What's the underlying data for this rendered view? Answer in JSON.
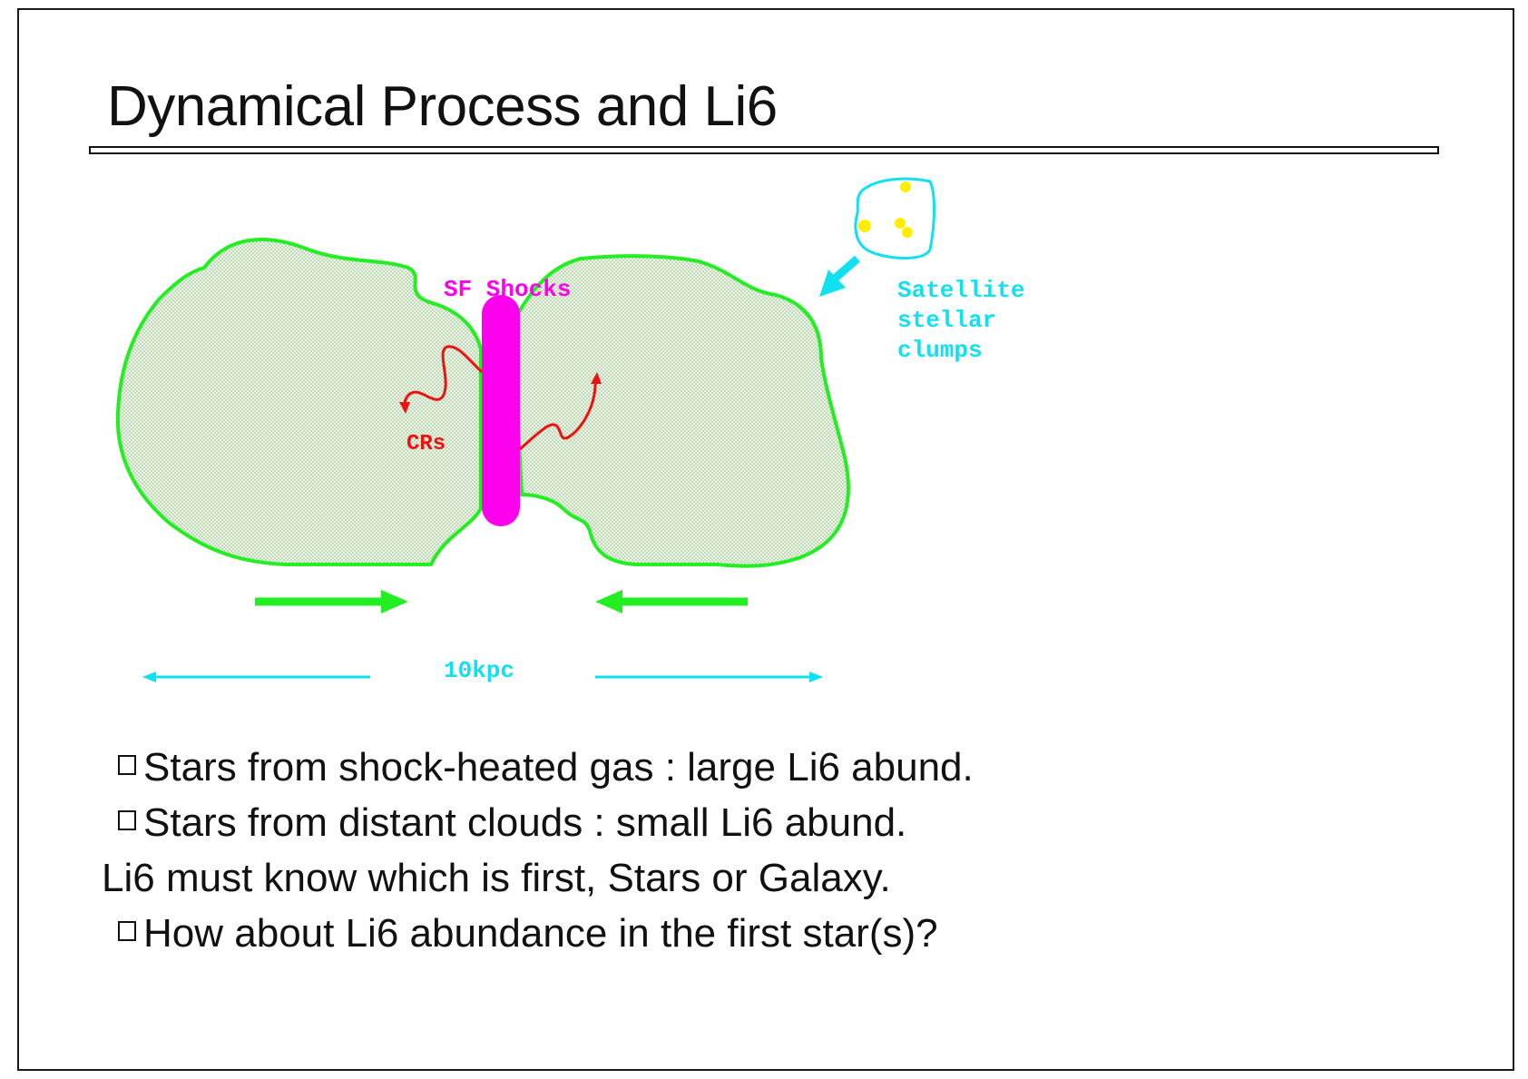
{
  "slide": {
    "title": "Dynamical Process and Li6"
  },
  "diagram": {
    "label_sf_shocks": "SF Shocks",
    "label_crs": "CRs",
    "label_satellite": [
      "Satellite",
      "stellar",
      "clumps"
    ],
    "label_scale": "10kpc",
    "colors": {
      "galaxy_outline": "#22ee22",
      "galaxy_fill": "#d8ecd0",
      "shock_bar": "#ff00ee",
      "cosmic_rays": "#ee1111",
      "satellite": "#11e0f0",
      "satellite_clumps": "#ffee00",
      "collision_arrows": "#22ee22",
      "scale_arrows": "#11e0f0"
    }
  },
  "bullets": [
    {
      "marker": true,
      "text": "Stars from shock-heated gas : large Li6 abund."
    },
    {
      "marker": true,
      "text": "Stars from distant clouds : small Li6 abund."
    },
    {
      "marker": false,
      "text": "Li6 must know which is first, Stars or Galaxy."
    },
    {
      "marker": true,
      "text": "How about Li6 abundance in the first star(s)?"
    }
  ]
}
